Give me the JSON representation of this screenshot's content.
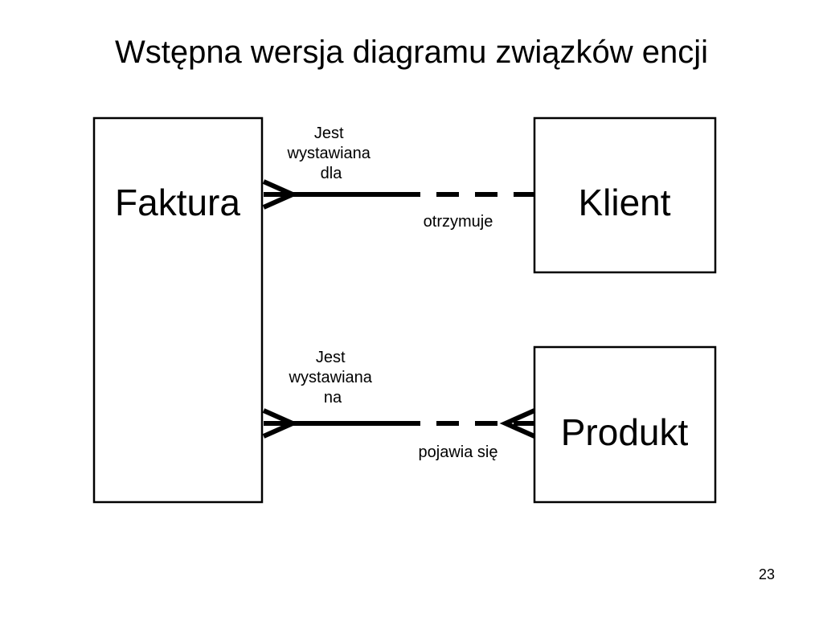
{
  "slide": {
    "title": "Wstępna wersja diagramu związków encji",
    "page_number": "23"
  },
  "entities": {
    "faktura": "Faktura",
    "klient": "Klient",
    "produkt": "Produkt"
  },
  "relationships": {
    "faktura_klient": {
      "from_label": [
        "Jest",
        "wystawiana",
        "dla"
      ],
      "to_label": "otrzymuje"
    },
    "faktura_produkt": {
      "from_label": [
        "Jest",
        "wystawiana",
        "na"
      ],
      "to_label": "pojawia się"
    }
  }
}
